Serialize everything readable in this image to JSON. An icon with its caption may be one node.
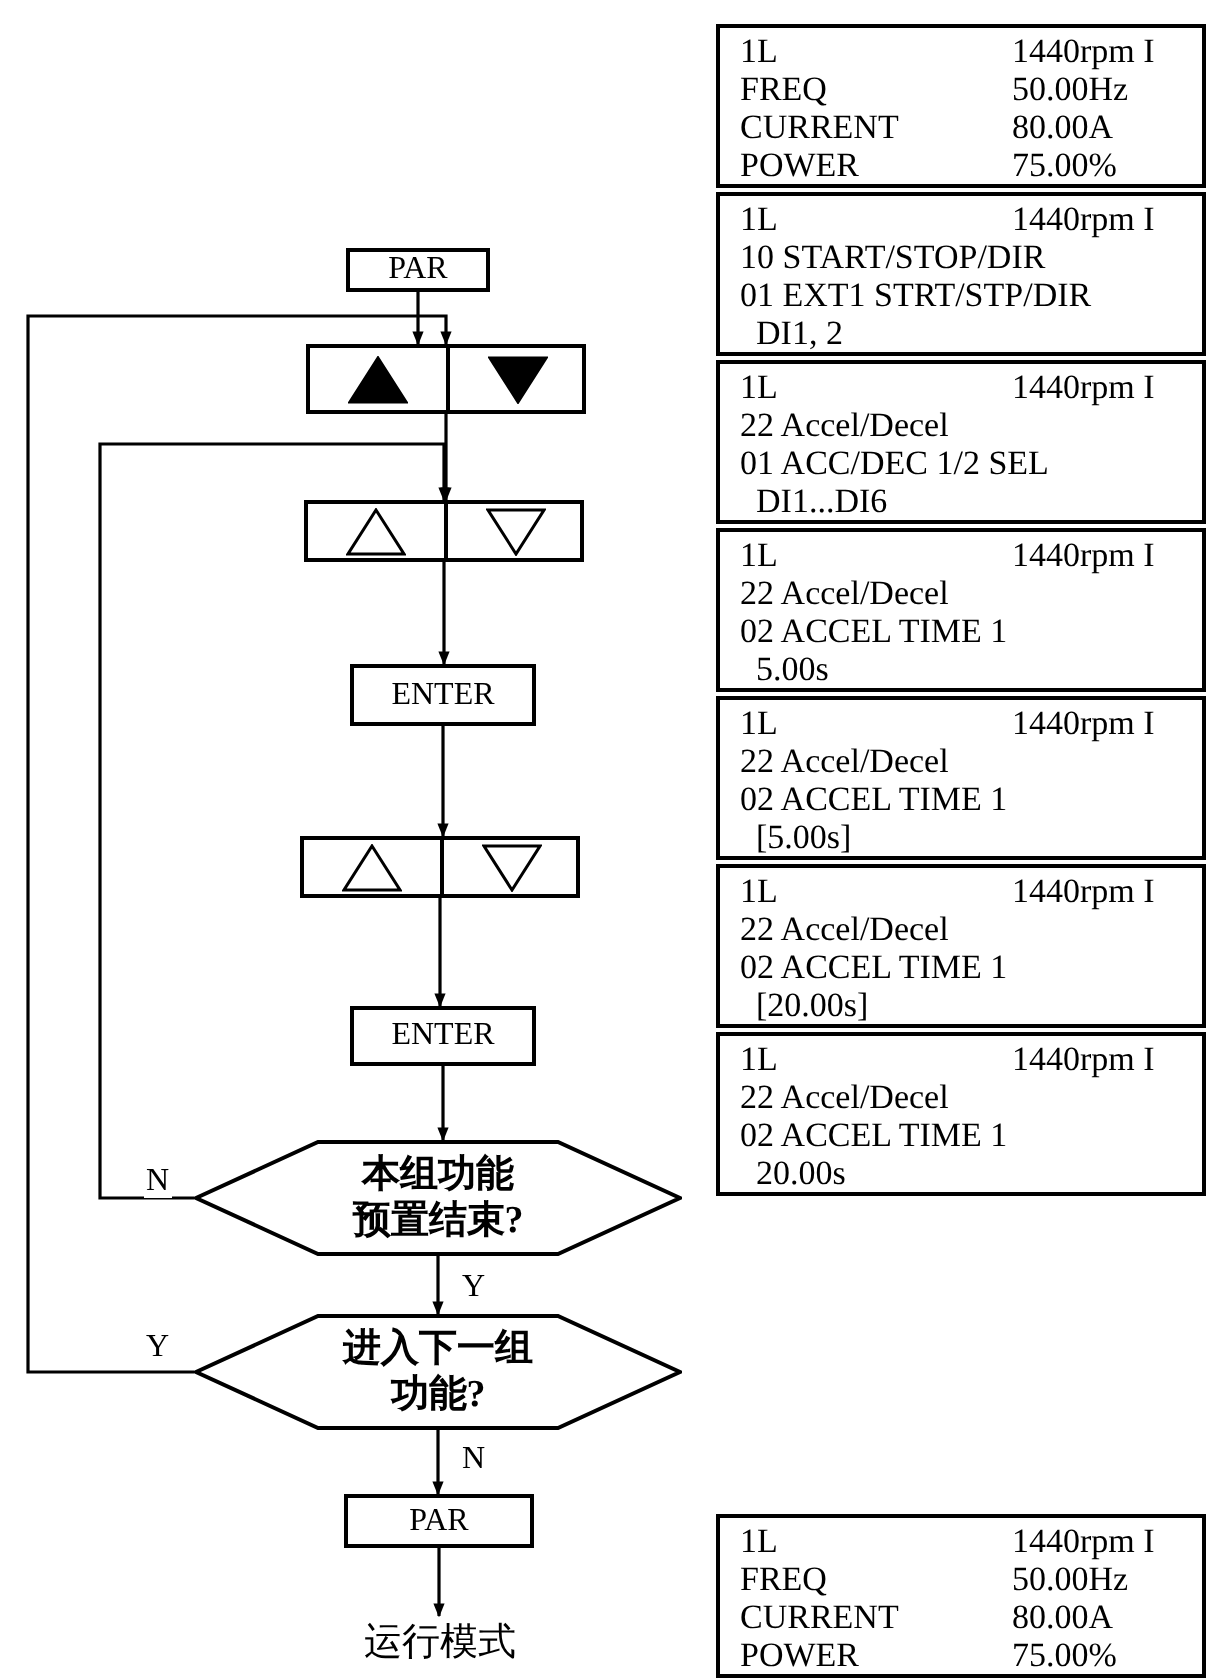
{
  "diagram": {
    "nodes": [
      {
        "text": [
          "PAR"
        ]
      },
      {
        "text": [],
        "shape": "box"
      },
      {
        "text": [],
        "shape": "box"
      },
      {
        "text": [
          "ENTER"
        ]
      },
      {
        "text": [],
        "shape": "box"
      },
      {
        "text": [
          "ENTER"
        ]
      },
      {
        "text": [
          "本组功能预置结束?"
        ]
      },
      {
        "text": [
          "进入下一组功能?"
        ]
      },
      {
        "text": [
          "PAR"
        ]
      },
      {
        "text": [
          "运行模式"
        ]
      },
      {
        "text": [
          "1L",
          "1440rpm I",
          "FREQ",
          "50.00Hz",
          "CURRENT",
          "80.00A",
          "POWER",
          "75.00%"
        ]
      },
      {
        "text": [
          "1L",
          "1440rpm I",
          "10 START/STOP/DIR",
          "01 EXT1 STRT/STP/DIR",
          "DI1, 2"
        ]
      },
      {
        "text": [
          "1L",
          "1440rpm I",
          "22 Accel/Decel",
          "01 ACC/DEC 1/2 SEL",
          "DI1...DI6"
        ]
      },
      {
        "text": [
          "1L",
          "1440rpm I",
          "22 Accel/Decel",
          "02 ACCEL TIME 1",
          "5.00s"
        ]
      },
      {
        "text": [
          "1L",
          "1440rpm I",
          "22 Accel/Decel",
          "02 ACCEL TIME 1",
          "[5.00s]"
        ]
      },
      {
        "text": [
          "1L",
          "1440rpm I",
          "22 Accel/Decel",
          "02 ACCEL TIME 1",
          "[20.00s]"
        ]
      },
      {
        "text": [
          "1L",
          "1440rpm I",
          "22 Accel/Decel",
          "02 ACCEL TIME 1",
          "20.00s"
        ]
      },
      {
        "text": [
          "1L",
          "1440rpm I",
          "FREQ",
          "50.00Hz",
          "CURRENT",
          "80.00A",
          "POWER",
          "75.00%"
        ]
      }
    ],
    "edges": [
      {
        "from": 0,
        "to": 1,
        "arrow": "to"
      },
      {
        "from": 1,
        "to": 2,
        "arrow": "to"
      },
      {
        "from": 2,
        "to": 3,
        "arrow": "to"
      },
      {
        "from": 3,
        "to": 4,
        "arrow": "to"
      },
      {
        "from": 4,
        "to": 5,
        "arrow": "to"
      },
      {
        "from": 5,
        "to": 6,
        "arrow": "to"
      },
      {
        "from": 6,
        "to": 7,
        "arrow": "to",
        "label": "Y"
      },
      {
        "from": 7,
        "to": 8,
        "arrow": "to",
        "label": "N"
      },
      {
        "from": 8,
        "to": 9,
        "arrow": "to"
      },
      {
        "from": 6,
        "to": 2,
        "arrow": "to",
        "label": "N"
      },
      {
        "from": 7,
        "to": 1,
        "arrow": "to",
        "label": "Y"
      }
    ]
  }
}
